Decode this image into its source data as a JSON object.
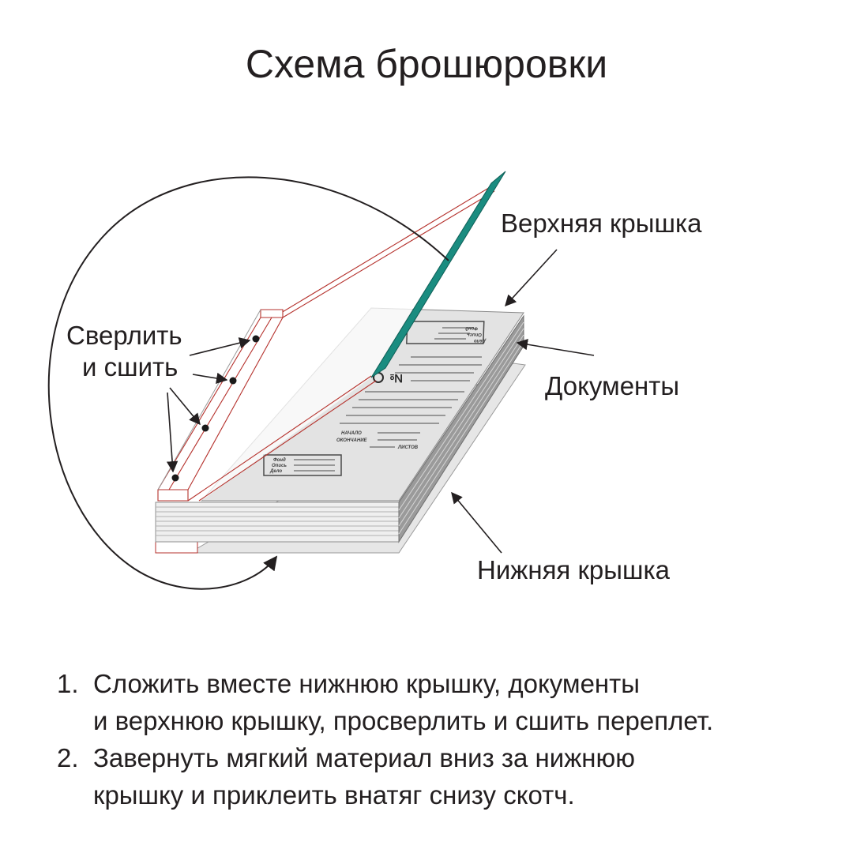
{
  "title": "Схема брошюровки",
  "labels": {
    "top_cover": "Верхняя крышка",
    "documents": "Документы",
    "bottom_cover": "Нижняя крышка",
    "drill_line1": "Сверлить",
    "drill_line2": "и сшить"
  },
  "cover_form": {
    "number_sign": "№",
    "start": "НАЧАЛО",
    "end": "ОКОНЧАНИЕ",
    "sheets": "ЛИСТОВ",
    "fond": "Фонд",
    "opis": "Опись",
    "delo": "Дело"
  },
  "instructions": [
    {
      "number": "1.",
      "line1": "Сложить вместе нижнюю крышку,  документы",
      "line2": "и верхнюю крышку, просверлить и сшить переплет."
    },
    {
      "number": "2.",
      "line1": "Завернуть мягкий материал вниз за нижнюю",
      "line2": "крышку и приклеить внатяг снизу скотч."
    }
  ],
  "colors": {
    "cover_green": "#1a8c80",
    "binding_red": "#b5312c",
    "paper_gray": "#e3e3e3",
    "text": "#231f20"
  }
}
